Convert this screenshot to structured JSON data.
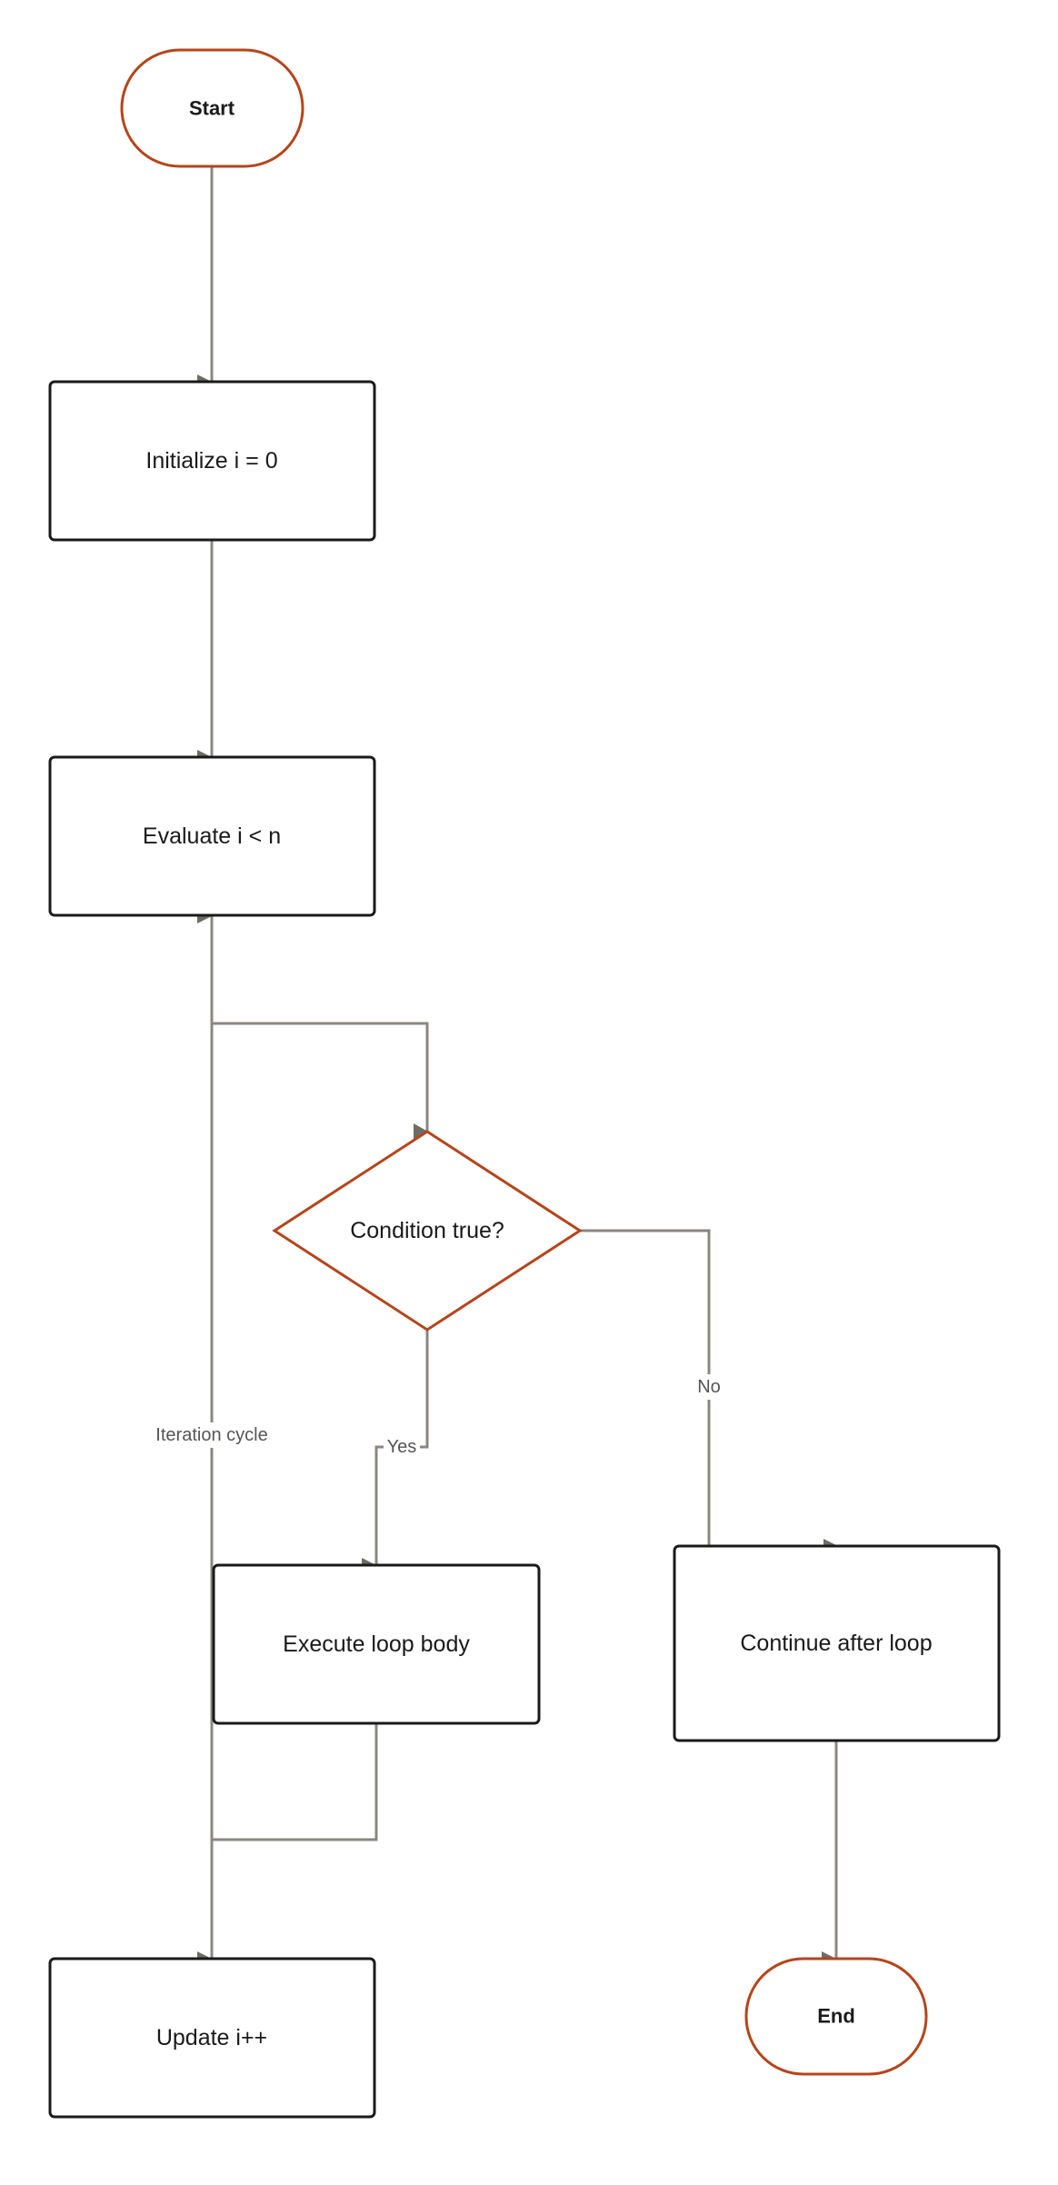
{
  "colors": {
    "background": "#ffffff",
    "terminal_stroke": "#b5451b",
    "decision_stroke": "#b5451b",
    "process_stroke": "#1a1a1a",
    "edge": "#8a8780",
    "arrowhead": "#6f6c66",
    "text": "#1a1a1a",
    "edge_label_text": "#555555"
  },
  "nodes": {
    "start": {
      "label": "Start",
      "kind": "terminal"
    },
    "init": {
      "label": "Initialize i = 0",
      "kind": "process"
    },
    "evaluate": {
      "label": "Evaluate i < n",
      "kind": "process"
    },
    "condition": {
      "label": "Condition true?",
      "kind": "decision"
    },
    "body": {
      "label": "Execute loop body",
      "kind": "process"
    },
    "continue": {
      "label": "Continue after loop",
      "kind": "process"
    },
    "update": {
      "label": "Update i++",
      "kind": "process"
    },
    "end": {
      "label": "End",
      "kind": "terminal"
    }
  },
  "edges": {
    "start_to_init": {
      "from": "start",
      "to": "init",
      "label": ""
    },
    "init_to_evaluate": {
      "from": "init",
      "to": "evaluate",
      "label": ""
    },
    "evaluate_to_condition": {
      "from": "evaluate",
      "to": "condition",
      "label": ""
    },
    "condition_yes": {
      "from": "condition",
      "to": "body",
      "label": "Yes"
    },
    "condition_no": {
      "from": "condition",
      "to": "continue",
      "label": "No"
    },
    "body_to_update": {
      "from": "body",
      "to": "update",
      "label": ""
    },
    "update_to_evaluate": {
      "from": "update",
      "to": "evaluate",
      "label": "Iteration cycle"
    },
    "continue_to_end": {
      "from": "continue",
      "to": "end",
      "label": ""
    }
  }
}
